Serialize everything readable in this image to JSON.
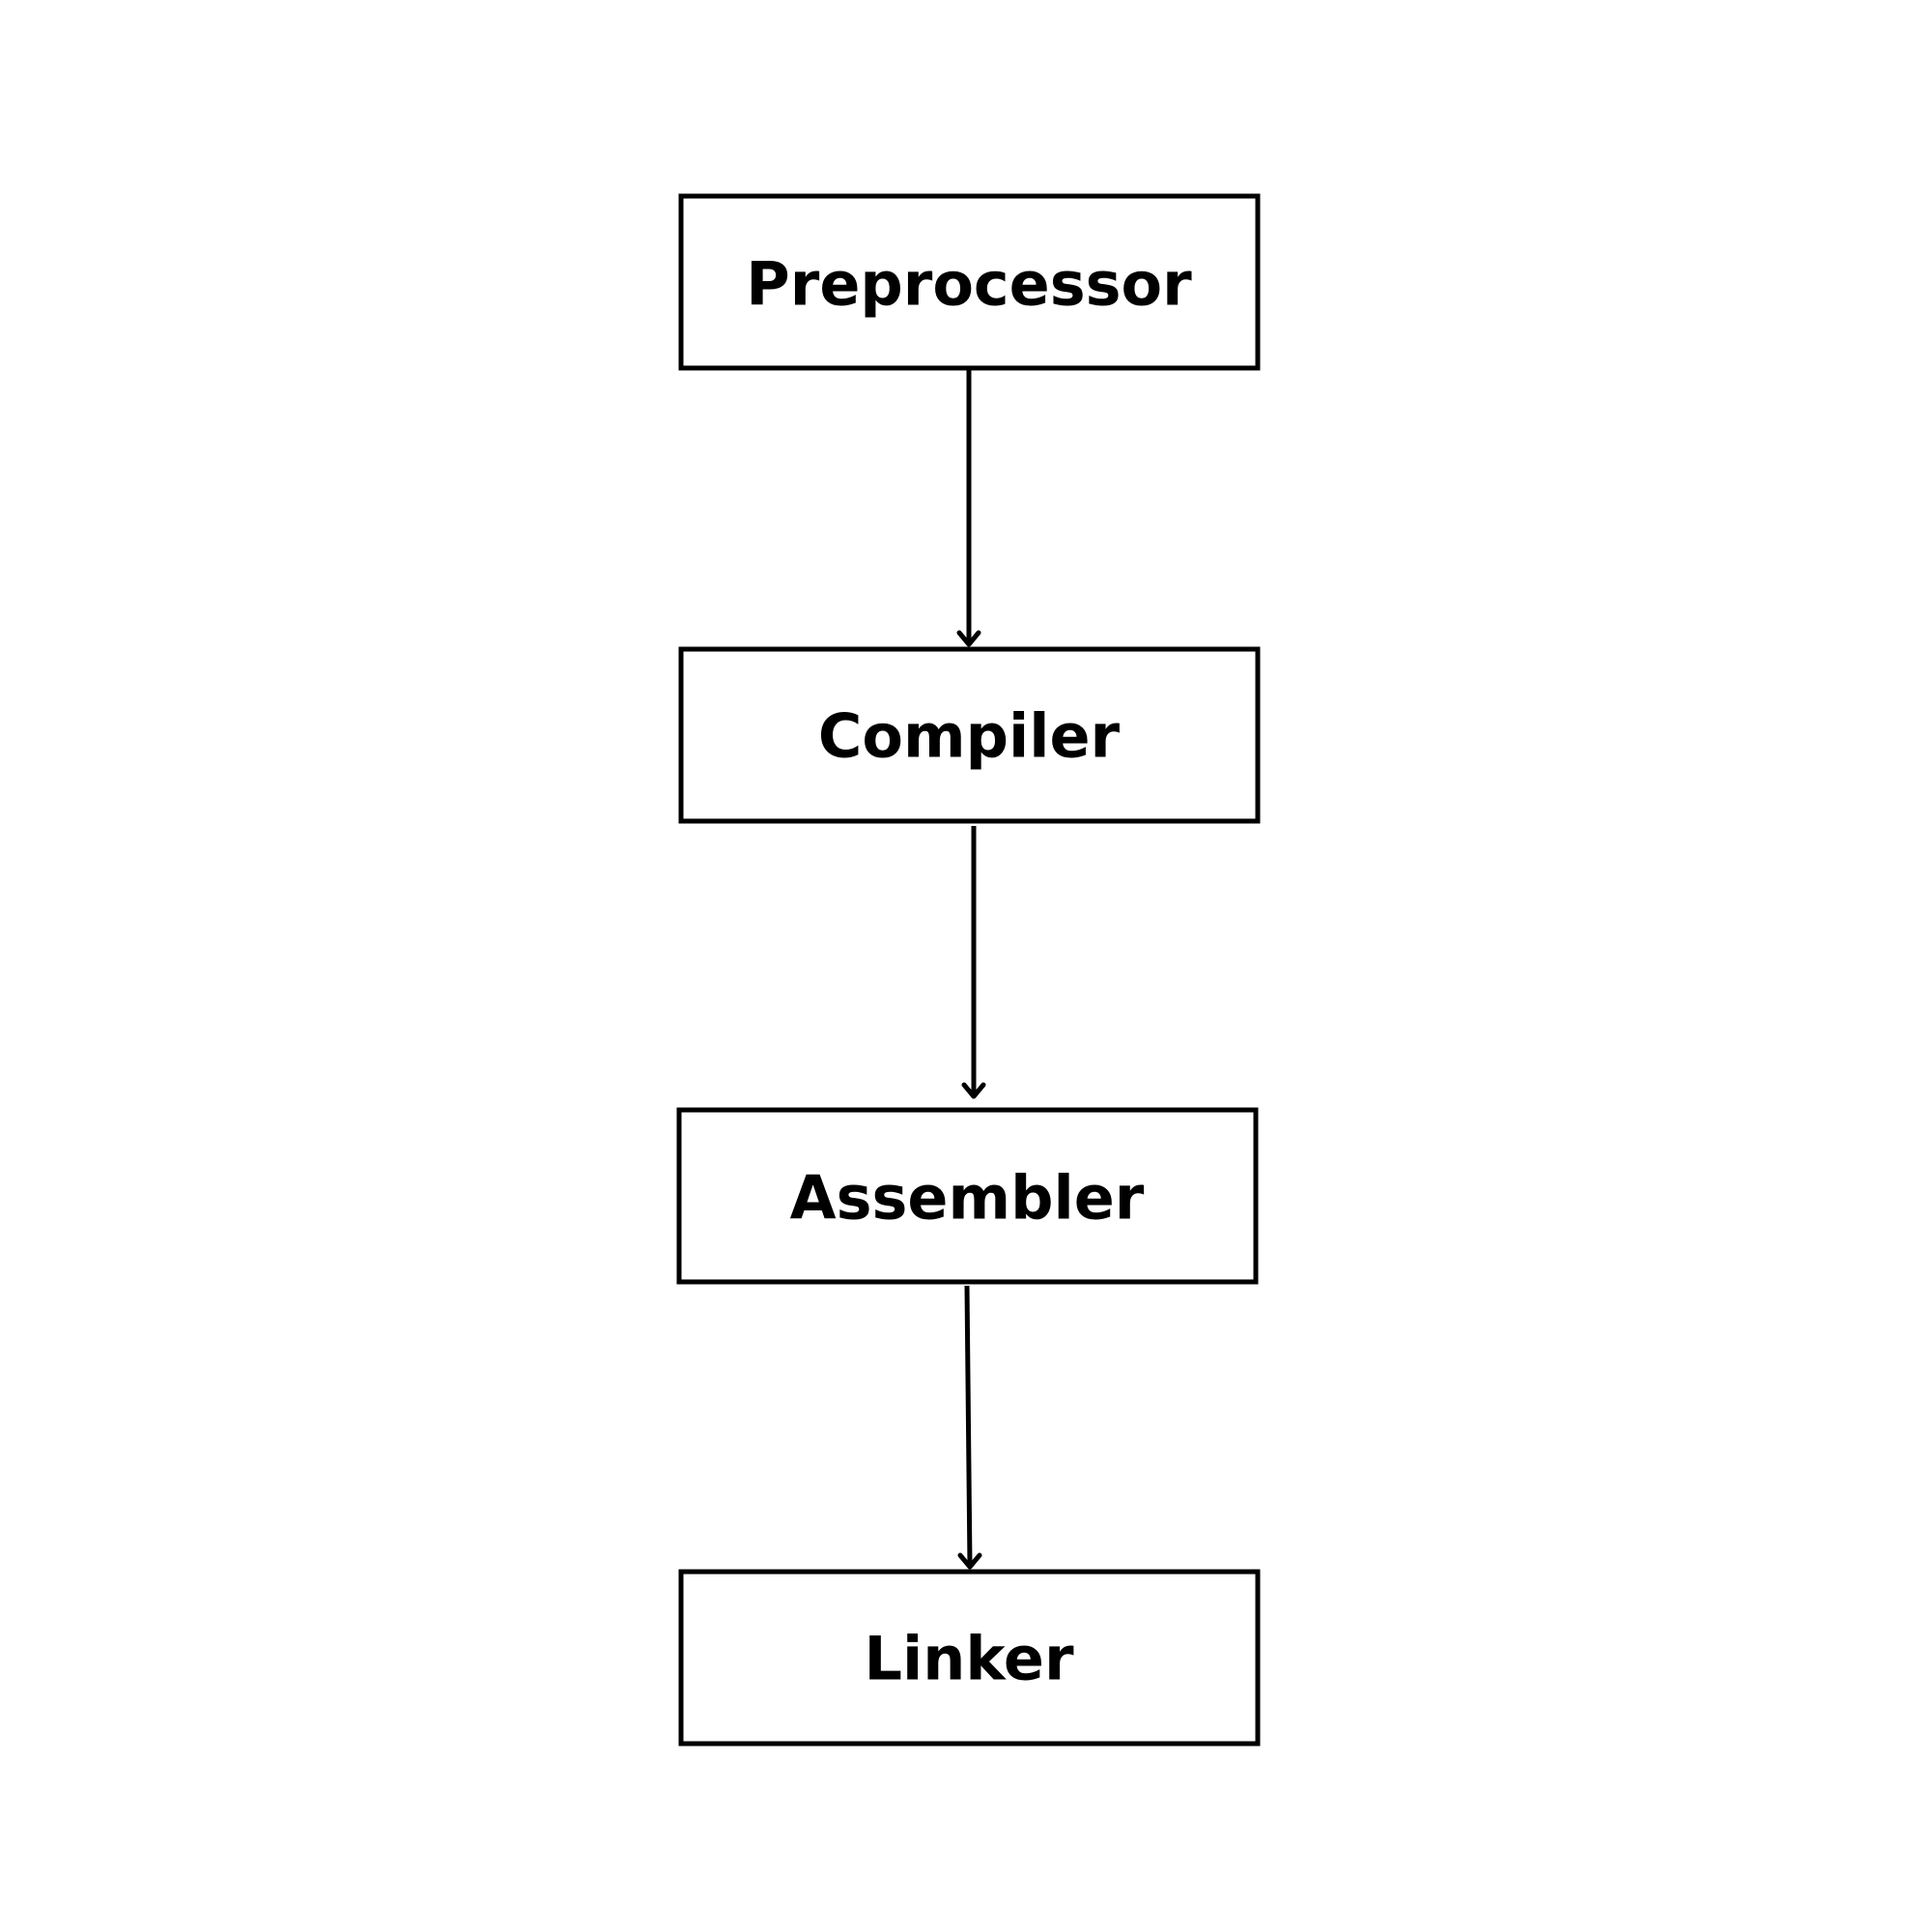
{
  "diagram": {
    "type": "flowchart",
    "direction": "top-to-bottom",
    "nodes": [
      {
        "id": "preprocessor",
        "label": "Preprocessor"
      },
      {
        "id": "compiler",
        "label": "Compiler"
      },
      {
        "id": "assembler",
        "label": "Assembler"
      },
      {
        "id": "linker",
        "label": "Linker"
      }
    ],
    "edges": [
      {
        "from": "preprocessor",
        "to": "compiler"
      },
      {
        "from": "compiler",
        "to": "assembler"
      },
      {
        "from": "assembler",
        "to": "linker"
      }
    ],
    "colors": {
      "stroke": "#000000",
      "fill": "#ffffff",
      "text": "#000000"
    }
  }
}
